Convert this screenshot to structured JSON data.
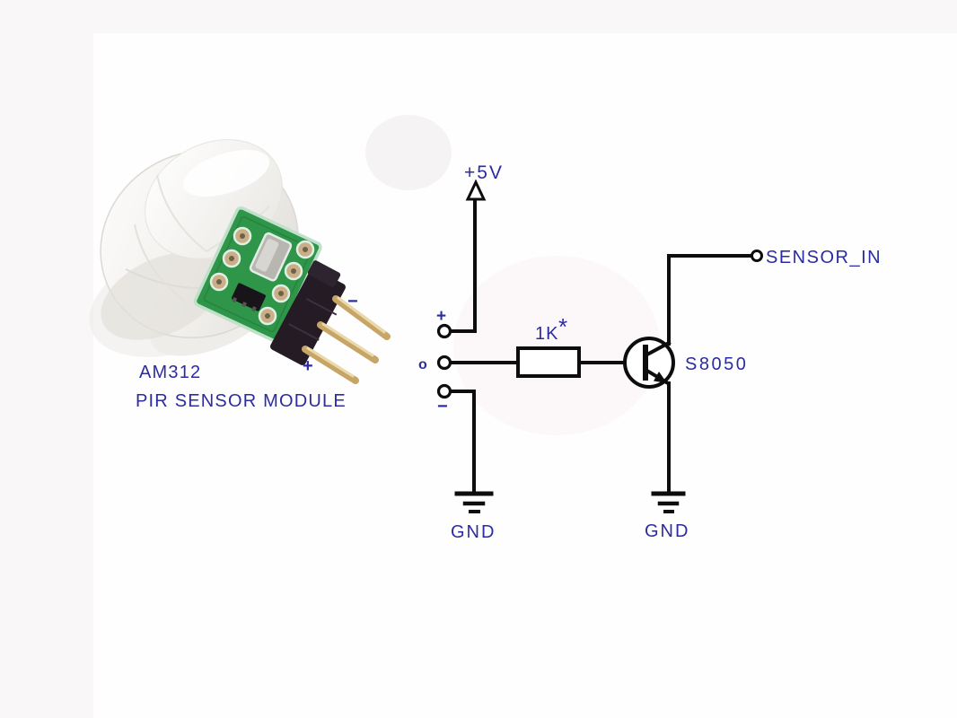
{
  "colors": {
    "wire": "#0d0d0d",
    "label_blue": "#2c2ca2",
    "canvas_white": "#fefefe",
    "page_tint": "#faf7f9",
    "pcb_green": "#2e9549",
    "pcb_light": "#bfe0c9",
    "pin_gold": "#c7a566",
    "header_black": "#241b25",
    "dome_white": "#f4f3f1"
  },
  "module_photo": {
    "name": "AM312",
    "type": "PIR SENSOR MODULE",
    "pin_minus": "−",
    "pin_plus": "+"
  },
  "schematic": {
    "supply": "+5V",
    "terminal_plus": "+",
    "terminal_out": "o",
    "terminal_minus": "−",
    "resistor_value": "1K",
    "resistor_star": "*",
    "transistor": "S8050",
    "output_net": "SENSOR_IN",
    "ground_left": "GND",
    "ground_right": "GND"
  }
}
